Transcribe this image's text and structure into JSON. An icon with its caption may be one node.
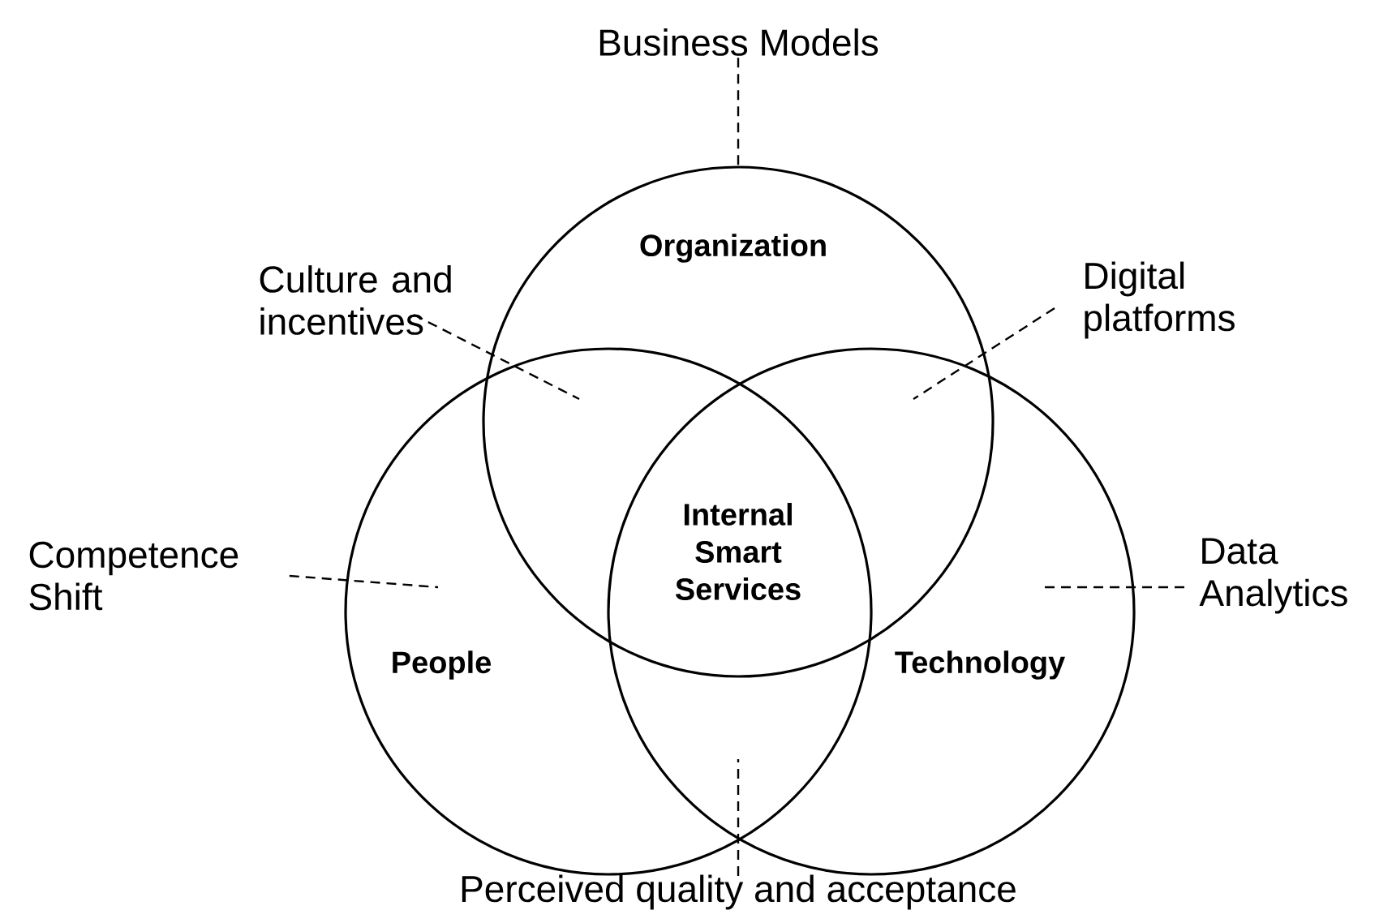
{
  "diagram": {
    "nodes": [
      {
        "text": [
          "Organization"
        ]
      },
      {
        "text": [
          "People"
        ]
      },
      {
        "text": [
          "Technology"
        ]
      },
      {
        "text": [
          "Business Models"
        ]
      },
      {
        "text": [
          "Culture and incentives"
        ]
      },
      {
        "text": [
          "Digital platforms"
        ]
      },
      {
        "text": [
          "Competence Shift"
        ]
      },
      {
        "text": [
          "Data Analytics"
        ]
      },
      {
        "text": [
          "Perceived quality and acceptance"
        ]
      }
    ],
    "edges": [
      {
        "from": 3,
        "to": 0,
        "arrow": "none",
        "style": "dashed"
      },
      {
        "from": 4,
        "to": 0,
        "arrow": "none",
        "style": "dashed"
      },
      {
        "from": 5,
        "to": 0,
        "arrow": "none",
        "style": "dashed"
      },
      {
        "from": 6,
        "to": 1,
        "arrow": "none",
        "style": "dashed"
      },
      {
        "from": 7,
        "to": 2,
        "arrow": "none",
        "style": "dashed"
      },
      {
        "from": 8,
        "to": 1,
        "arrow": "none",
        "style": "dashed"
      }
    ],
    "labels": [
      "Internal Smart Services"
    ]
  }
}
